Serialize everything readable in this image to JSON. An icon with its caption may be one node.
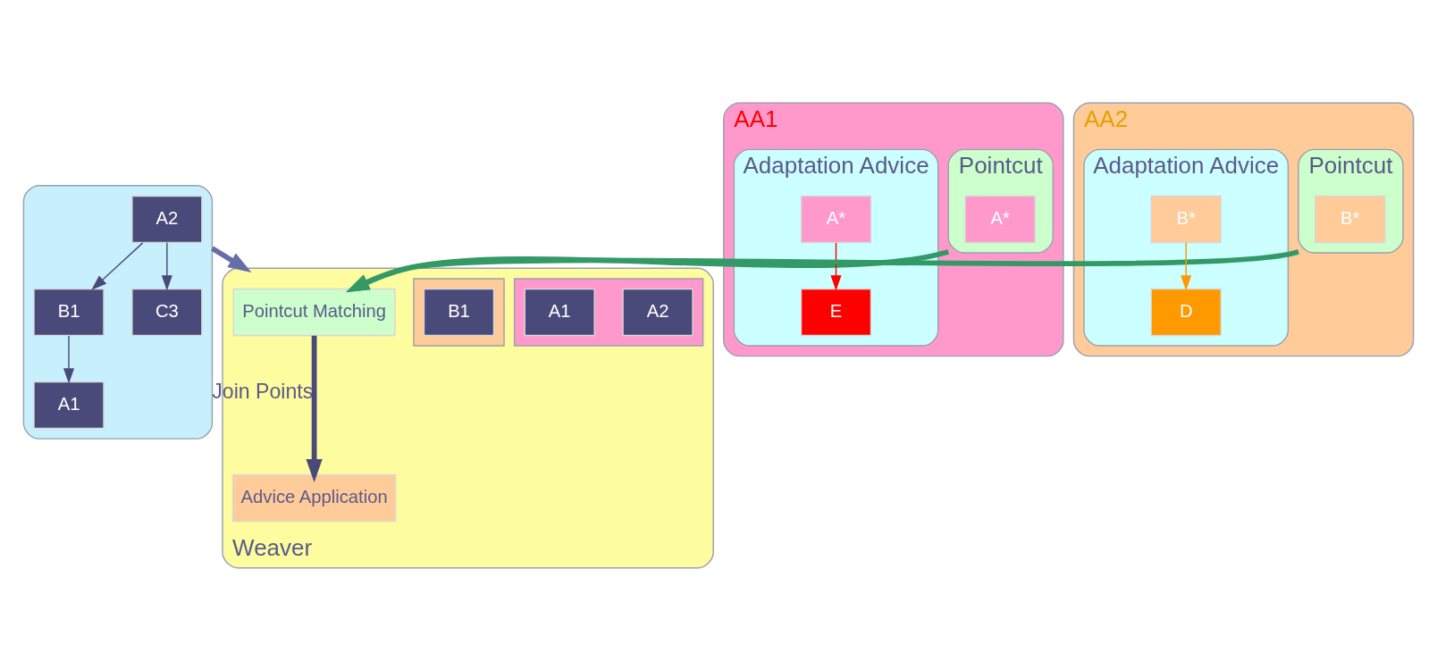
{
  "diagram": {
    "nodes": [
      {
        "text": [],
        "shape": "hexagon"
      },
      {
        "text": [
          "A2"
        ],
        "in": 0
      },
      {
        "text": [
          "B1"
        ],
        "in": 0
      },
      {
        "text": [
          "A1"
        ],
        "in": 0
      },
      {
        "text": [
          "C3"
        ],
        "in": 0
      },
      {
        "text": [
          "Weaver"
        ]
      },
      {
        "text": [
          "Pointcut Matching"
        ],
        "in": 5
      },
      {
        "text": [],
        "shape": "box",
        "in": 5
      },
      {
        "text": [
          "A2"
        ],
        "in": 7
      },
      {
        "text": [
          "A1"
        ],
        "in": 7
      },
      {
        "text": [],
        "shape": "box",
        "in": 5
      },
      {
        "text": [
          "B1"
        ],
        "in": 10
      },
      {
        "text": [
          "Advice Application"
        ],
        "in": 5
      },
      {
        "text": [
          "AA1"
        ]
      },
      {
        "text": [
          "Pointcut"
        ],
        "in": 13
      },
      {
        "text": [
          "A*"
        ],
        "in": 14
      },
      {
        "text": [
          "Adaptation Advice"
        ],
        "in": 13
      },
      {
        "text": [
          "A*"
        ],
        "in": 16
      },
      {
        "text": [
          "E"
        ],
        "in": 16
      },
      {
        "text": [
          "AA2"
        ]
      },
      {
        "text": [
          "Pointcut"
        ],
        "in": 19
      },
      {
        "text": [
          "B*"
        ],
        "in": 20
      },
      {
        "text": [
          "Adaptation Advice"
        ],
        "in": 19
      },
      {
        "text": [
          "B*"
        ],
        "in": 22
      },
      {
        "text": [
          "D"
        ],
        "in": 22
      }
    ],
    "edges": [
      {
        "from": 1,
        "to": 2,
        "arrow": "to"
      },
      {
        "from": 2,
        "to": 3,
        "arrow": "to"
      },
      {
        "from": 1,
        "to": 4,
        "arrow": "to"
      },
      {
        "from": 0,
        "to": 5,
        "arrow": "to",
        "style": "thick",
        "color": "#666ea8"
      },
      {
        "from": 6,
        "to": 12,
        "arrow": "to",
        "label": "Join Points",
        "style": "thick"
      },
      {
        "from": 14,
        "to": 6,
        "arrow": "to",
        "style": "thick",
        "color": "#339966"
      },
      {
        "from": 20,
        "to": 6,
        "arrow": "to",
        "style": "thick",
        "color": "#339966"
      },
      {
        "from": 17,
        "to": 18,
        "arrow": "to",
        "color": "#ff0000"
      },
      {
        "from": 23,
        "to": 24,
        "arrow": "to",
        "color": "#ff9900"
      }
    ]
  }
}
